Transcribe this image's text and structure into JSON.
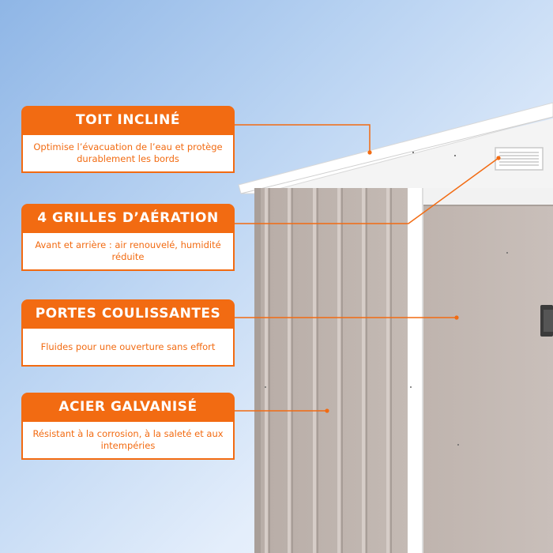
{
  "callouts": [
    {
      "title": "TOIT INCLINÉ",
      "text": "Optimise l’évacuation de l’eau et protège durablement les bords"
    },
    {
      "title": "4 GRILLES D’AÉRATION",
      "text": "Avant et arrière : air renouvelé, humidité réduite"
    },
    {
      "title": "PORTES COULISSANTES",
      "text": "Fluides pour une ouverture sans effort"
    },
    {
      "title": "ACIER GALVANISÉ",
      "text": "Résistant à la corrosion, à la saleté et aux intempéries"
    }
  ],
  "colors": {
    "accent": "#f26b12",
    "panel": "#bdb3ad",
    "trim": "#ffffff",
    "sky": "#b9d3f2"
  },
  "icons": [
    "vent-grille-icon",
    "door-handle-icon"
  ]
}
